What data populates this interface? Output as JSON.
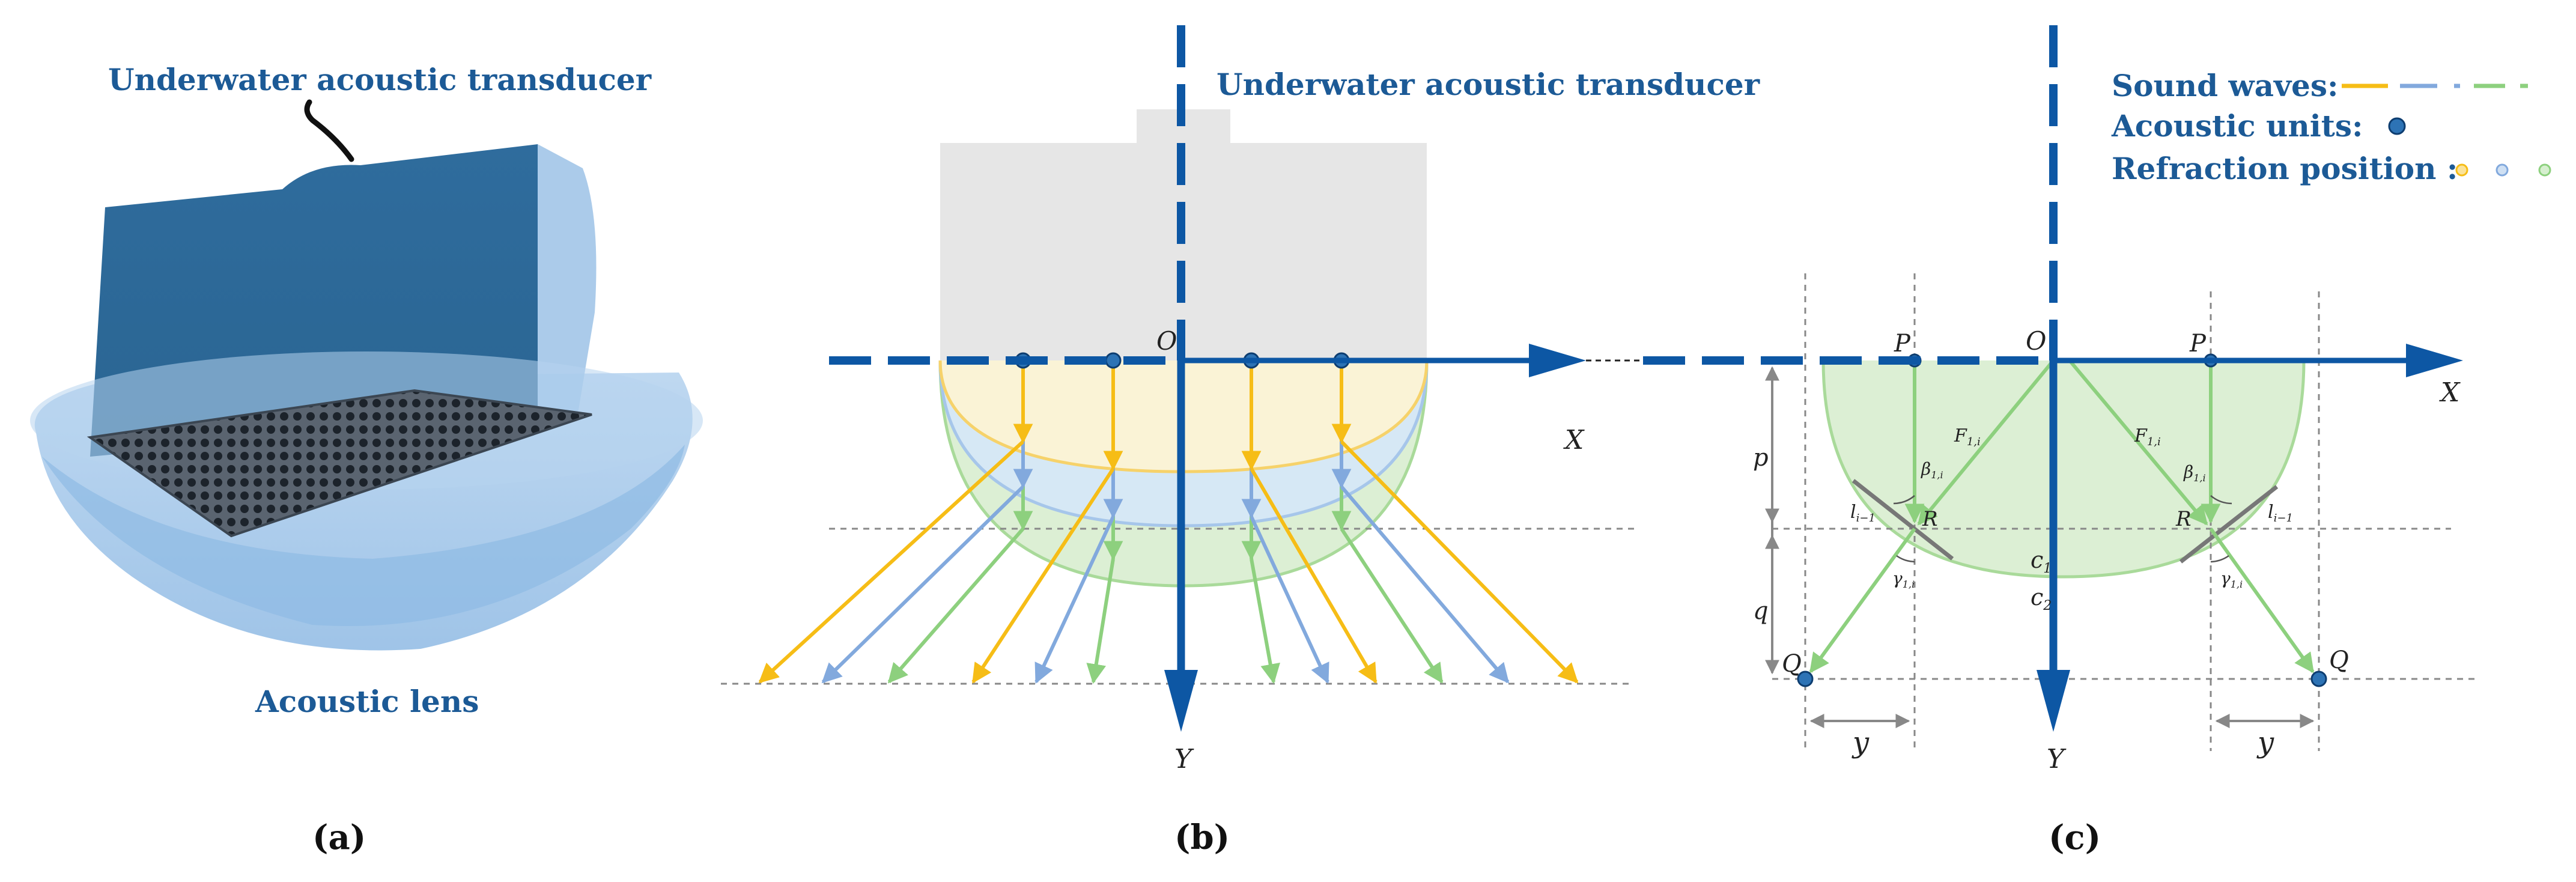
{
  "colors": {
    "axis": "#0d57a4",
    "label": "#1c5a96",
    "yellow": "#f6bd16",
    "blue": "#82a9dd",
    "green": "#8dd07e",
    "lens_green": "#dcefd4",
    "transducer_gray": "#e6e6e6",
    "dash_gray": "#888888"
  },
  "panel_a": {
    "title": "Underwater acoustic transducer",
    "lens_label": "Acoustic lens",
    "caption": "(a)"
  },
  "panel_b": {
    "title": "Underwater acoustic transducer",
    "origin": "O",
    "x_axis": "X",
    "y_axis": "Y",
    "caption": "(b)"
  },
  "panel_c": {
    "legend": {
      "sound_waves": "Sound waves:",
      "acoustic_units": "Acoustic units:",
      "refraction_position": "Refraction position :"
    },
    "origin": "O",
    "x_axis": "X",
    "y_axis": "Y",
    "point_p": "P",
    "point_q": "Q",
    "point_r": "R",
    "dim_p": "p",
    "dim_q": "q",
    "dim_y": "y",
    "c1_base": "c",
    "c1_sub": "1",
    "c2_base": "c",
    "c2_sub": "2",
    "f_base": "F",
    "f_sub": "1,i",
    "beta_base": "β",
    "beta_sub": "1,i",
    "gamma_base": "γ",
    "gamma_sub": "1,i",
    "l_base": "l",
    "l_sub": "i−1",
    "caption": "(c)"
  }
}
